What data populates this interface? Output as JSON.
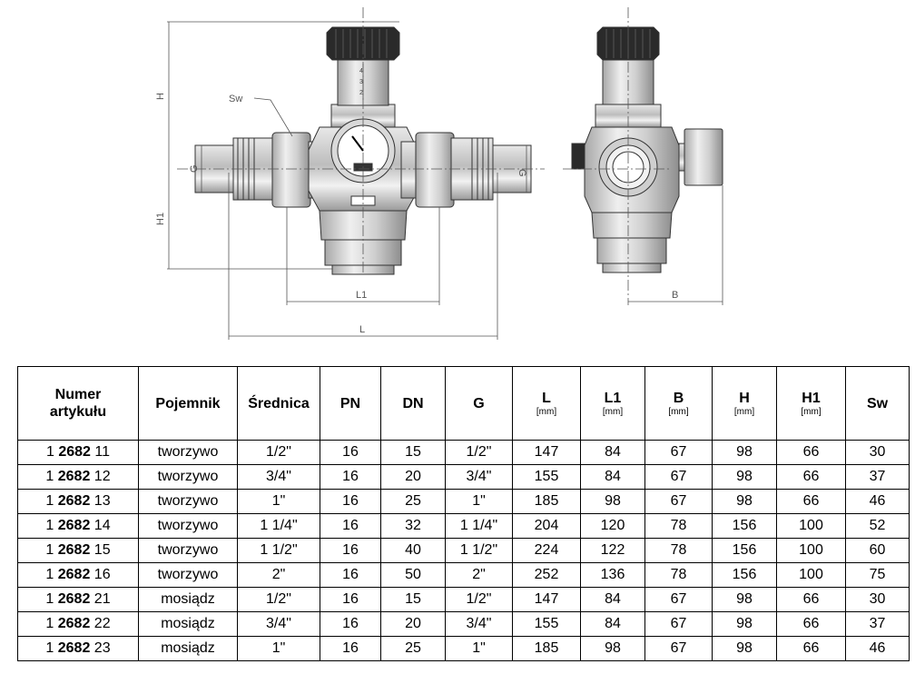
{
  "drawing": {
    "front": {
      "H": "H",
      "H1": "H1",
      "G_left": "G",
      "G_right": "G",
      "Sw": "Sw",
      "L1": "L1",
      "L": "L"
    },
    "side": {
      "B": "B"
    }
  },
  "table": {
    "headers": [
      {
        "label": "Numer artykułu",
        "unit": ""
      },
      {
        "label": "Pojemnik",
        "unit": ""
      },
      {
        "label": "Średnica",
        "unit": ""
      },
      {
        "label": "PN",
        "unit": ""
      },
      {
        "label": "DN",
        "unit": ""
      },
      {
        "label": "G",
        "unit": ""
      },
      {
        "label": "L",
        "unit": "[mm]"
      },
      {
        "label": "L1",
        "unit": "[mm]"
      },
      {
        "label": "B",
        "unit": "[mm]"
      },
      {
        "label": "H",
        "unit": "[mm]"
      },
      {
        "label": "H1",
        "unit": "[mm]"
      },
      {
        "label": "Sw",
        "unit": ""
      }
    ],
    "rows": [
      {
        "art_prefix": "1",
        "art_bold": "2682",
        "art_suffix": "11",
        "cells": [
          "tworzywo",
          "1/2\"",
          "16",
          "15",
          "1/2\"",
          "147",
          "84",
          "67",
          "98",
          "66",
          "30"
        ]
      },
      {
        "art_prefix": "1",
        "art_bold": "2682",
        "art_suffix": "12",
        "cells": [
          "tworzywo",
          "3/4\"",
          "16",
          "20",
          "3/4\"",
          "155",
          "84",
          "67",
          "98",
          "66",
          "37"
        ]
      },
      {
        "art_prefix": "1",
        "art_bold": "2682",
        "art_suffix": "13",
        "cells": [
          "tworzywo",
          "1\"",
          "16",
          "25",
          "1\"",
          "185",
          "98",
          "67",
          "98",
          "66",
          "46"
        ]
      },
      {
        "art_prefix": "1",
        "art_bold": "2682",
        "art_suffix": "14",
        "cells": [
          "tworzywo",
          "1 1/4\"",
          "16",
          "32",
          "1 1/4\"",
          "204",
          "120",
          "78",
          "156",
          "100",
          "52"
        ]
      },
      {
        "art_prefix": "1",
        "art_bold": "2682",
        "art_suffix": "15",
        "cells": [
          "tworzywo",
          "1 1/2\"",
          "16",
          "40",
          "1 1/2\"",
          "224",
          "122",
          "78",
          "156",
          "100",
          "60"
        ]
      },
      {
        "art_prefix": "1",
        "art_bold": "2682",
        "art_suffix": "16",
        "cells": [
          "tworzywo",
          "2\"",
          "16",
          "50",
          "2\"",
          "252",
          "136",
          "78",
          "156",
          "100",
          "75"
        ]
      },
      {
        "art_prefix": "1",
        "art_bold": "2682",
        "art_suffix": "21",
        "cells": [
          "mosiądz",
          "1/2\"",
          "16",
          "15",
          "1/2\"",
          "147",
          "84",
          "67",
          "98",
          "66",
          "30"
        ]
      },
      {
        "art_prefix": "1",
        "art_bold": "2682",
        "art_suffix": "22",
        "cells": [
          "mosiądz",
          "3/4\"",
          "16",
          "20",
          "3/4\"",
          "155",
          "84",
          "67",
          "98",
          "66",
          "37"
        ]
      },
      {
        "art_prefix": "1",
        "art_bold": "2682",
        "art_suffix": "23",
        "cells": [
          "mosiądz",
          "1\"",
          "16",
          "25",
          "1\"",
          "185",
          "98",
          "67",
          "98",
          "66",
          "46"
        ]
      }
    ]
  }
}
